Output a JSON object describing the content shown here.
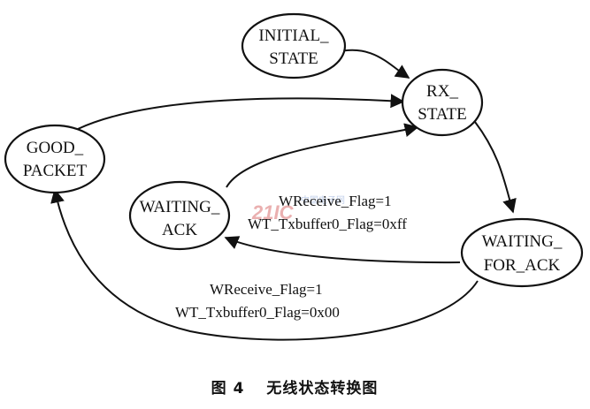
{
  "diagram": {
    "states": {
      "initial_state": [
        "INITIAL_",
        "STATE"
      ],
      "rx_state": [
        "RX_",
        "STATE"
      ],
      "good_packet": [
        "GOOD_",
        "PACKET"
      ],
      "waiting_ack": [
        "WAITING_",
        "ACK"
      ],
      "waiting_for_ack": [
        "WAITING_",
        "FOR_ACK"
      ]
    },
    "edge_labels": {
      "upper": [
        "WReceive_Flag=1",
        "WT_Txbuffer0_Flag=0xff"
      ],
      "lower": [
        "WReceive_Flag=1",
        "WT_Txbuffer0_Flag=0x00"
      ]
    },
    "caption": "图 4　 无线状态转换图",
    "watermark": {
      "brand": "21IC",
      "sub": "中国电子网"
    }
  }
}
